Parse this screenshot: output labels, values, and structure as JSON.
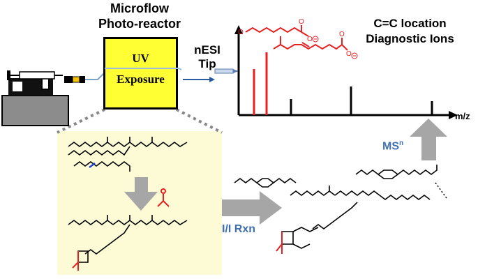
{
  "reactor": {
    "title_line1": "Microflow",
    "title_line2": "Photo-reactor",
    "uv_line1": "UV",
    "uv_line2": "Exposure"
  },
  "nesi": {
    "line1": "nESI",
    "line2": "Tip"
  },
  "diagnostic": {
    "line1": "C=C location",
    "line2": "Diagnostic Ions"
  },
  "spectrum": {
    "axis_label": "m/z"
  },
  "steps": {
    "msn": "MS",
    "msn_sup": "n",
    "rxn": "I/I Rxn"
  },
  "colors": {
    "highlight": "#ffff33",
    "panel": "#fdfbd6",
    "diagnostic_peaks": "#e8201f",
    "double_bond": "#1f3fd6",
    "label_blue": "#3f6fb0",
    "arrow_gray": "#a6a6a6"
  }
}
